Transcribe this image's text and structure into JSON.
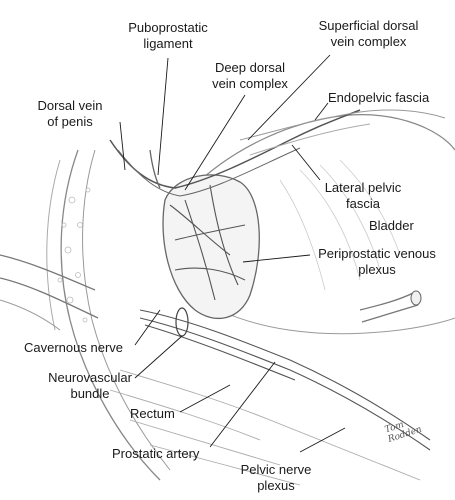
{
  "labels": {
    "puboprostatic_ligament": [
      "Puboprostatic",
      "ligament"
    ],
    "superficial_dorsal_vein_complex": [
      "Superficial dorsal",
      "vein complex"
    ],
    "deep_dorsal_vein_complex": [
      "Deep dorsal",
      "vein complex"
    ],
    "endopelvic_fascia": "Endopelvic fascia",
    "dorsal_vein_of_penis": [
      "Dorsal vein",
      "of penis"
    ],
    "lateral_pelvic_fascia": [
      "Lateral pelvic",
      "fascia"
    ],
    "bladder": "Bladder",
    "periprostatic_venous_plexus": [
      "Periprostatic venous",
      "plexus"
    ],
    "cavernous_nerve": "Cavernous nerve",
    "neurovascular_bundle": [
      "Neurovascular",
      "bundle"
    ],
    "rectum": "Rectum",
    "prostatic_artery": "Prostatic artery",
    "pelvic_nerve_plexus": [
      "Pelvic nerve",
      "plexus"
    ]
  },
  "signature": [
    "Tom",
    "Rodden"
  ],
  "colors": {
    "ink": "#1a1a1a",
    "shade": "#c8c8c8",
    "tissue": "#ededed"
  }
}
